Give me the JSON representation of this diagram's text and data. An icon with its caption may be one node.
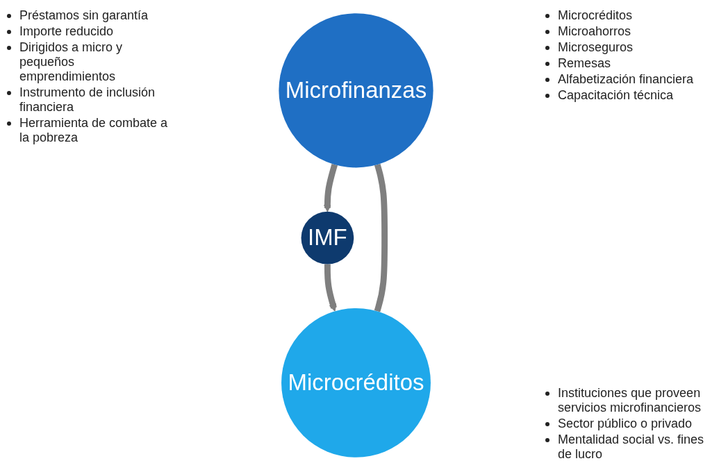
{
  "diagram": {
    "nodes": [
      {
        "text": [
          "Microfinanzas"
        ],
        "beside": [
          "Microcréditos",
          "Microahorros",
          "Microseguros",
          "Remesas",
          "Alfabetización financiera",
          "Capacitación técnica"
        ]
      },
      {
        "text": [
          "Microcréditos"
        ],
        "beside": [
          "Préstamos sin garantía",
          "Importe reducido",
          "Dirigidos a micro y pequeños emprendimientos",
          "Instrumento de inclusión financiera",
          "Herramienta de combate a la pobreza"
        ]
      },
      {
        "text": [
          "IMF"
        ],
        "beside": [
          "Instituciones que proveen servicios microfinancieros",
          "Sector público o privado",
          "Mentalidad social vs. fines de lucro"
        ]
      }
    ],
    "edges": [
      {
        "from": 0,
        "to": 2,
        "arrow": "to"
      },
      {
        "from": 2,
        "to": 1,
        "arrow": "to"
      },
      {
        "from": 1,
        "to": 0,
        "arrow": "none"
      }
    ]
  }
}
